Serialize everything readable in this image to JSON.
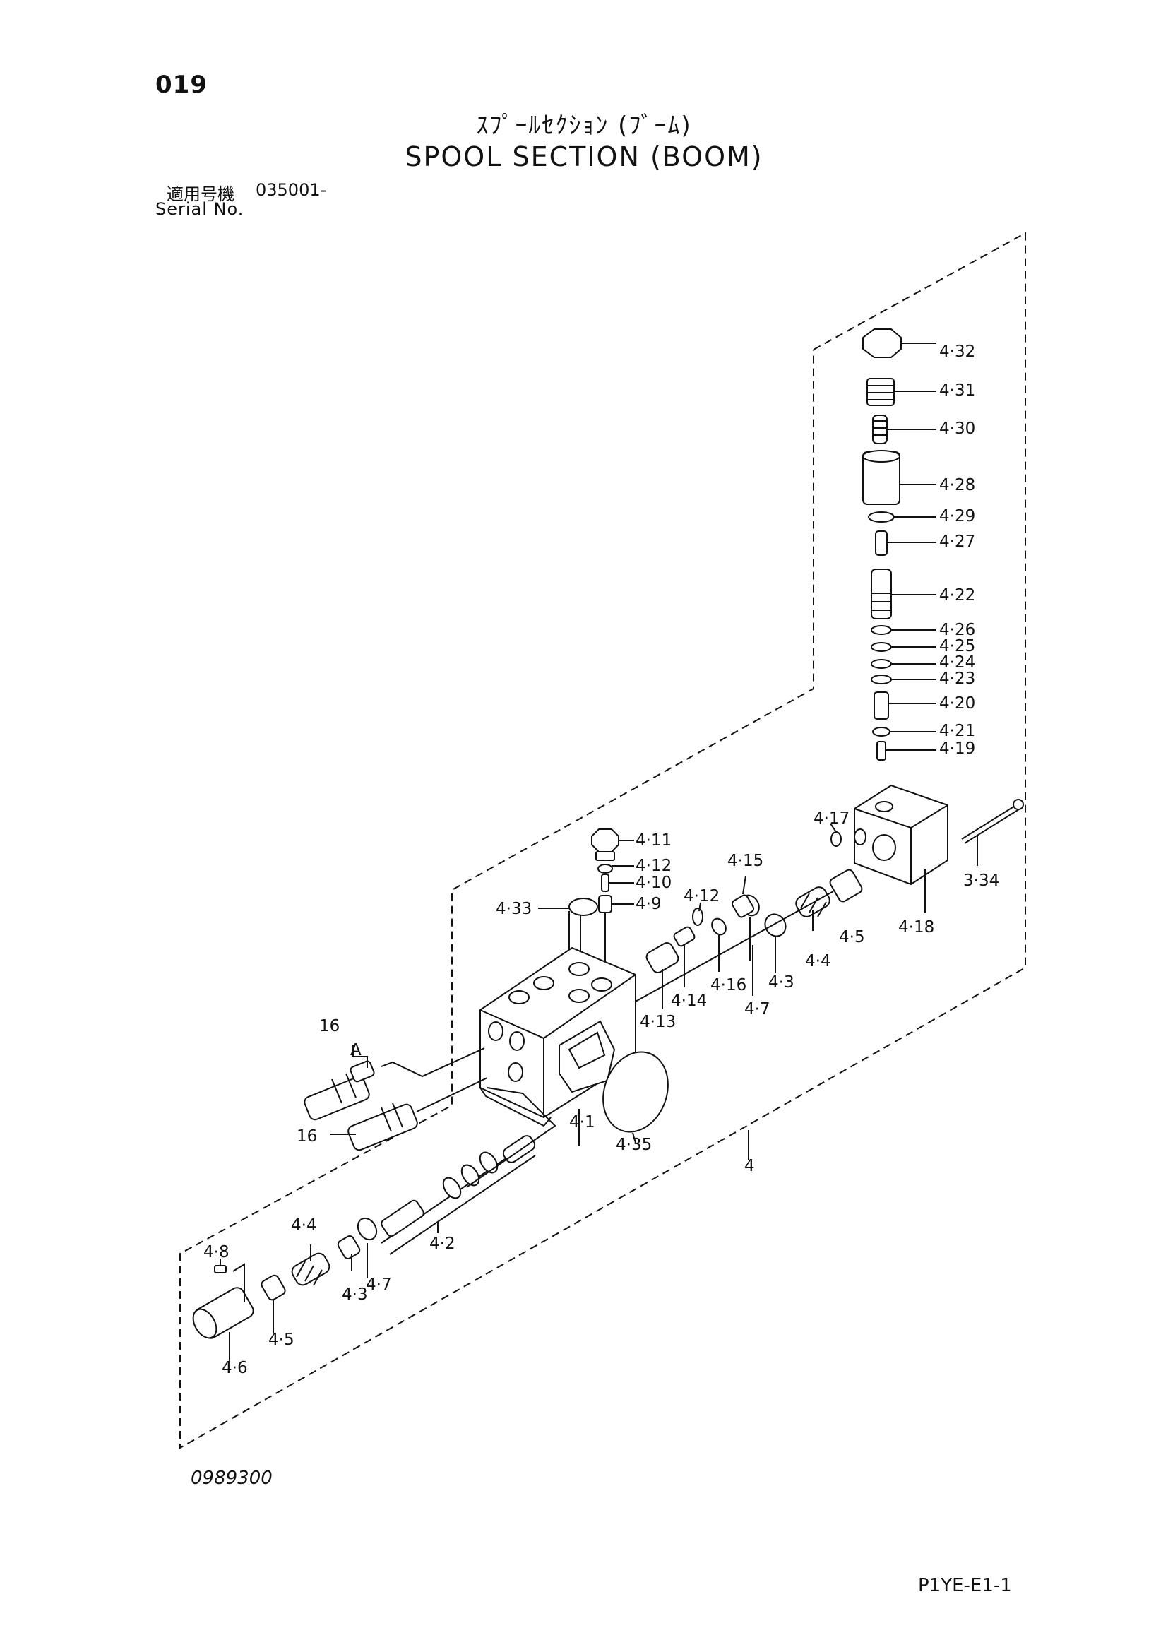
{
  "header": {
    "page_number": "019",
    "title_jp": "ｽﾌﾟｰﾙｾｸｼｮﾝ (ﾌﾞｰﾑ)",
    "title_en": "SPOOL SECTION (BOOM)",
    "serial_jp_label": "適用号機",
    "serial_value": "035001-",
    "serial_en_label": "Serial No."
  },
  "footer": {
    "drawing_id": "0989300",
    "page_code": "P1YE-E1-1"
  },
  "parts": {
    "p4_32": "4·32",
    "p4_31": "4·31",
    "p4_30": "4·30",
    "p4_28": "4·28",
    "p4_29": "4·29",
    "p4_27": "4·27",
    "p4_22": "4·22",
    "p4_26": "4·26",
    "p4_25": "4·25",
    "p4_24": "4·24",
    "p4_23": "4·23",
    "p4_20": "4·20",
    "p4_21": "4·21",
    "p4_19": "4·19",
    "p4_17": "4·17",
    "p4_18": "4·18",
    "p3_34": "3·34",
    "p4_11": "4·11",
    "p4_12a": "4·12",
    "p4_10": "4·10",
    "p4_9": "4·9",
    "p4_33": "4·33",
    "p4_12b": "4·12",
    "p4_15": "4·15",
    "p4_13": "4·13",
    "p4_14": "4·14",
    "p4_16": "4·16",
    "p4_3a": "4·3",
    "p4_4a": "4·4",
    "p4_5a": "4·5",
    "p4_7a": "4·7",
    "p16a": "16",
    "pA": "A",
    "p16b": "16",
    "p4_1": "4·1",
    "p4_35": "4·35",
    "p4": "4",
    "p4_2": "4·2",
    "p4_8": "4·8",
    "p4_4b": "4·4",
    "p4_3b": "4·3",
    "p4_7b": "4·7",
    "p4_5b": "4·5",
    "p4_6": "4·6"
  }
}
